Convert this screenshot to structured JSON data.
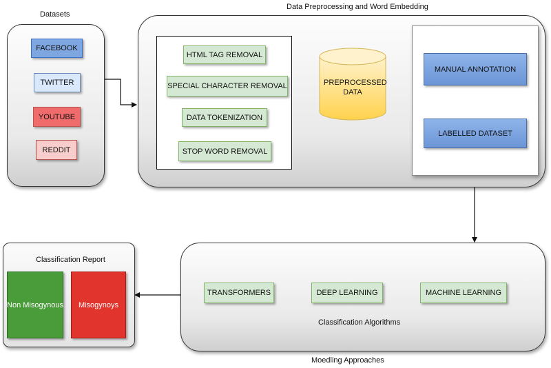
{
  "datasets": {
    "title": "Datasets",
    "items": [
      "FACEBOOK",
      "TWITTER",
      "YOUTUBE",
      "REDDIT"
    ]
  },
  "preprocessing": {
    "title": "Data Preprocessing and Word Embedding",
    "steps": [
      "HTML TAG REMOVAL",
      "SPECIAL CHARACTER REMOVAL",
      "DATA TOKENIZATION",
      "STOP WORD REMOVAL"
    ],
    "preprocessed_data": [
      "PREPROCESSED",
      "DATA"
    ],
    "manual_annotation": "MANUAL ANNOTATION",
    "labelled_dataset": "LABELLED DATASET"
  },
  "modelling": {
    "title": "Moedling Approaches",
    "subtitle": "Classification Algorithms",
    "algorithms": [
      "TRANSFORMERS",
      "DEEP LEARNING",
      "MACHINE LEARNING"
    ]
  },
  "report": {
    "title": "Classification Report",
    "classes": [
      "Non Misogynous",
      "Misogynoys"
    ]
  },
  "colors": {
    "green_box": "#d5e8d4",
    "blue_box": "#7ea6e0",
    "cylinder": "#ffd966",
    "non_misogynous": "#4a9b3a",
    "misogynous": "#e0342c"
  }
}
